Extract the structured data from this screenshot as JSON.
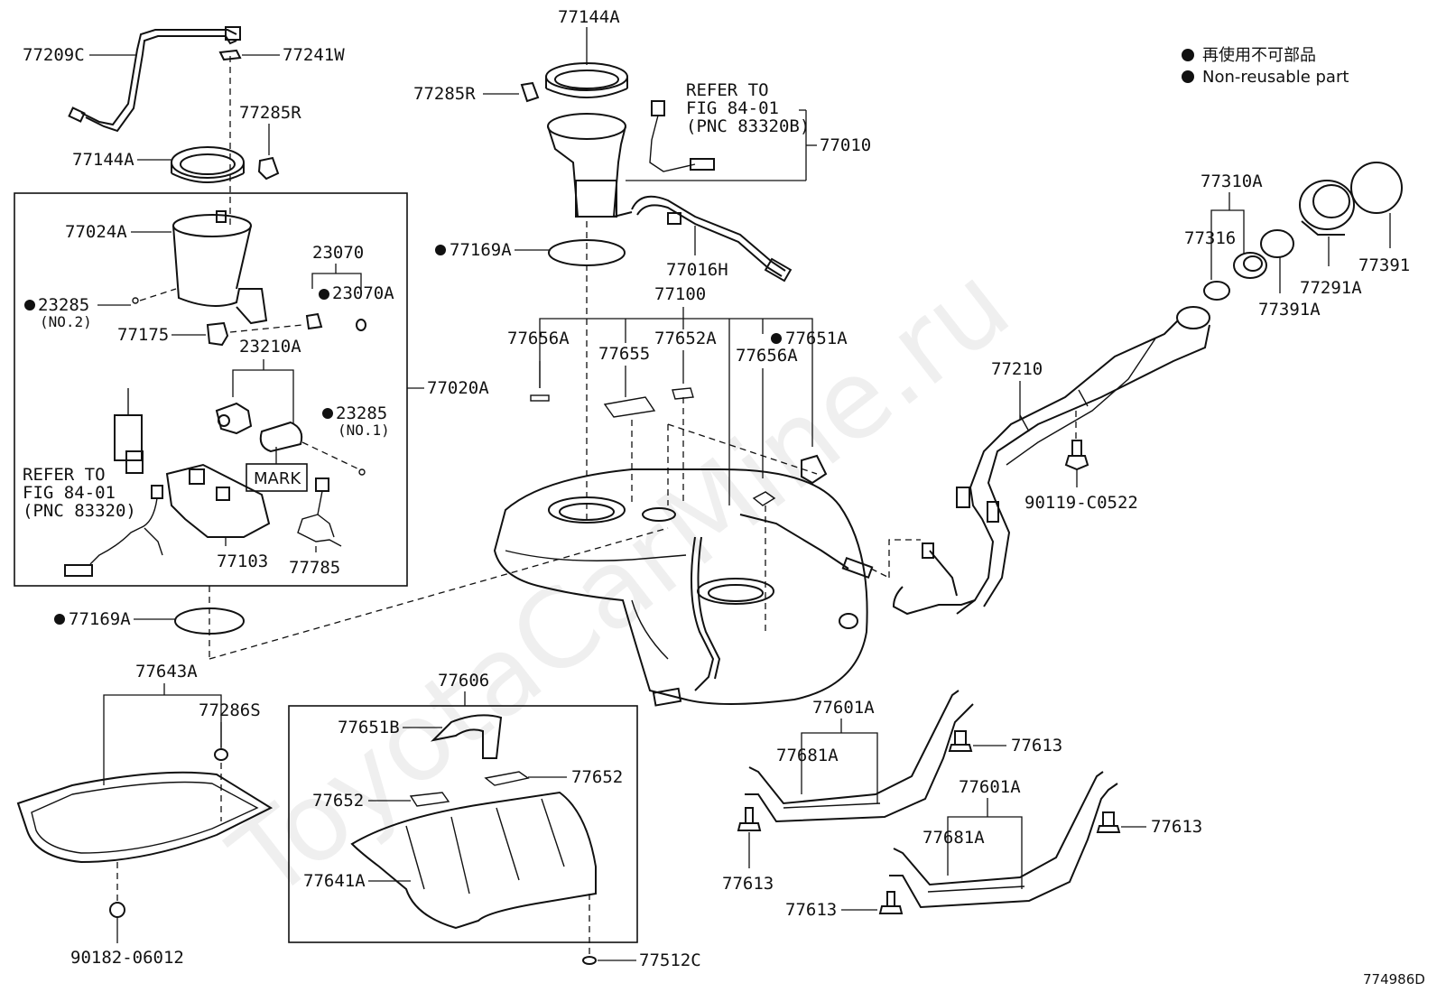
{
  "legend": {
    "line1": "再使用不可部品",
    "line2": "Non-reusable part"
  },
  "watermark": "ToyotaCarMine.ru",
  "diagram_id": "774986D",
  "labels": {
    "l77209C": "77209C",
    "l77241W": "77241W",
    "l77285R_a": "77285R",
    "l77144A_a": "77144A",
    "l77024A": "77024A",
    "l23070": "23070",
    "l23070A": "23070A",
    "l23285_a": "23285",
    "l23285_a_no": "(NO.2)",
    "l77175": "77175",
    "l23210A": "23210A",
    "l23285_b": "23285",
    "l23285_b_no": "(NO.1)",
    "l77020A": "77020A",
    "refer1_l1": "REFER TO",
    "refer1_l2": "FIG 84-01",
    "refer1_l3": "(PNC 83320)",
    "mark": "MARK",
    "l77103": "77103",
    "l77785": "77785",
    "l77169A_a": "77169A",
    "l77643A": "77643A",
    "l77286S": "77286S",
    "l90182": "90182-06012",
    "l77144A_b": "77144A",
    "l77285R_b": "77285R",
    "refer2_l1": "REFER TO",
    "refer2_l2": "FIG 84-01",
    "refer2_l3": "(PNC 83320B)",
    "l77010": "77010",
    "l77169A_b": "77169A",
    "l77016H": "77016H",
    "l77100": "77100",
    "l77656A_a": "77656A",
    "l77655": "77655",
    "l77652A": "77652A",
    "l77651A": "77651A",
    "l77656A_b": "77656A",
    "l77606": "77606",
    "l77651B": "77651B",
    "l77652_a": "77652",
    "l77652_b": "77652",
    "l77641A": "77641A",
    "l77512C": "77512C",
    "l77310A": "77310A",
    "l77316": "77316",
    "l77391": "77391",
    "l77291A": "77291A",
    "l77391A": "77391A",
    "l77210": "77210",
    "l90119": "90119-C0522",
    "l77601A_a": "77601A",
    "l77681A_a": "77681A",
    "l77613_a": "77613",
    "l77613_b": "77613",
    "l77601A_b": "77601A",
    "l77681A_b": "77681A",
    "l77613_c": "77613",
    "l77613_d": "77613"
  },
  "non_reusable_marker": "●"
}
